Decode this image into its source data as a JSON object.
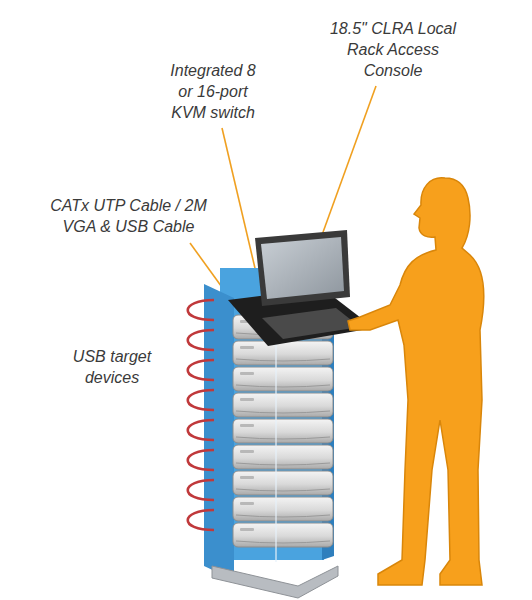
{
  "diagram": {
    "labels": [
      "Integrated 8 or 16-port KVM switch",
      "18.5\" CLRA Local Rack Access Console",
      "CATx UTP Cable / 2M VGA & USB Cable",
      "USB target devices"
    ]
  }
}
